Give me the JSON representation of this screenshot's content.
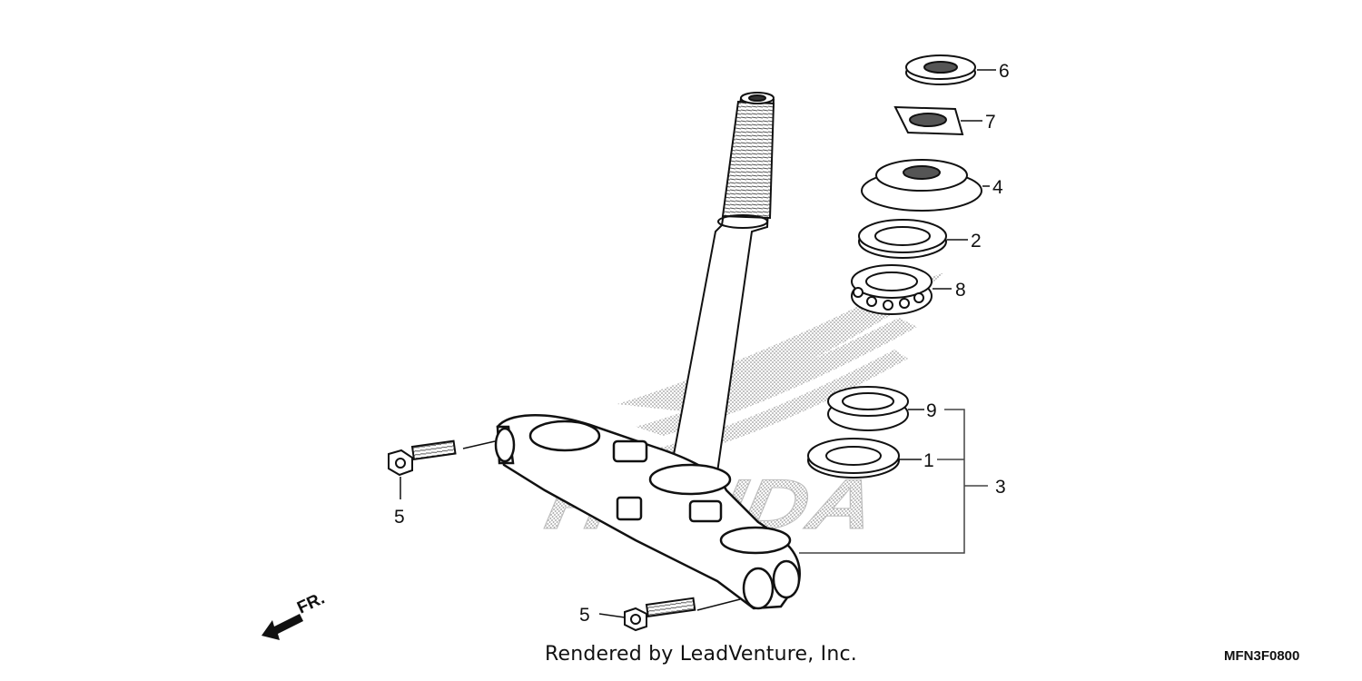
{
  "callouts": [
    {
      "id": "6",
      "label": "6"
    },
    {
      "id": "7",
      "label": "7"
    },
    {
      "id": "4",
      "label": "4"
    },
    {
      "id": "2",
      "label": "2"
    },
    {
      "id": "8",
      "label": "8"
    },
    {
      "id": "9",
      "label": "9"
    },
    {
      "id": "1",
      "label": "1"
    },
    {
      "id": "3",
      "label": "3"
    },
    {
      "id": "5a",
      "label": "5"
    },
    {
      "id": "5b",
      "label": "5"
    }
  ],
  "direction_label": "FR.",
  "watermark_text": "HONDA",
  "credit": "Rendered by LeadVenture, Inc.",
  "diagram_code": "MFN3F0800"
}
